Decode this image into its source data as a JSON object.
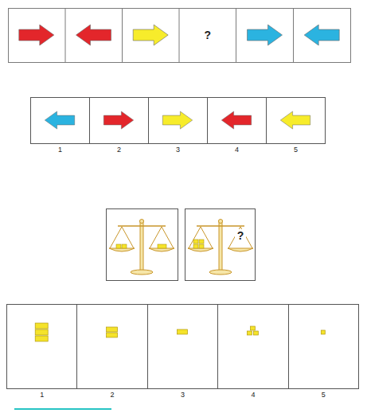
{
  "diagram": {
    "nodes": [
      {
        "text": [
          "?"
        ]
      },
      {
        "text": [
          "1"
        ]
      },
      {
        "text": [
          "2"
        ]
      },
      {
        "text": [
          "3"
        ]
      },
      {
        "text": [
          "4"
        ]
      },
      {
        "text": [
          "5"
        ]
      },
      {
        "text": [
          "?"
        ]
      },
      {
        "text": [
          "1"
        ]
      },
      {
        "text": [
          "2"
        ]
      },
      {
        "text": [
          "3"
        ]
      },
      {
        "text": [
          "4"
        ]
      },
      {
        "text": [
          "5"
        ]
      }
    ]
  }
}
